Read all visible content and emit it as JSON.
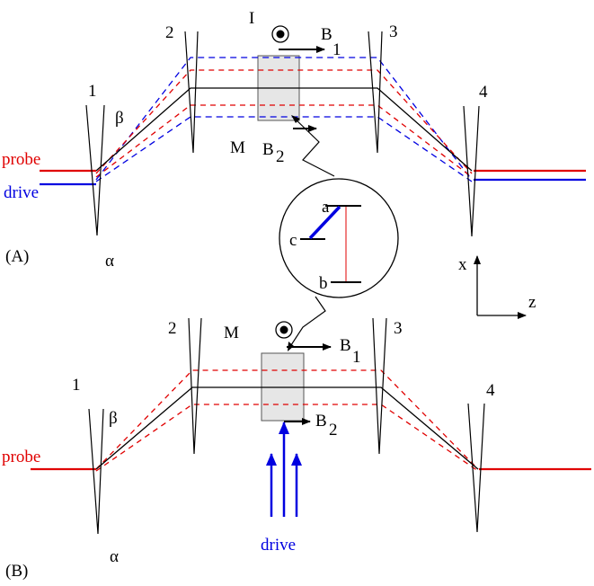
{
  "panelA": {
    "panel_label": "(A)",
    "mirror_labels": [
      "1",
      "2",
      "3",
      "4"
    ],
    "angle_alpha": "α",
    "angle_beta": "β",
    "beam_probe": "probe",
    "beam_drive": "drive",
    "current_label": "I",
    "field1_label": "B",
    "field1_sub": "1",
    "field2_label": "B",
    "field2_sub": "2",
    "medium_label": "M"
  },
  "panelB": {
    "panel_label": "(B)",
    "mirror_labels": [
      "1",
      "2",
      "3",
      "4"
    ],
    "angle_alpha": "α",
    "angle_beta": "β",
    "beam_probe": "probe",
    "beam_drive": "drive",
    "medium_label": "M",
    "field1_label": "B",
    "field1_sub": "1",
    "field2_label": "B",
    "field2_sub": "2"
  },
  "level_diagram": {
    "level_a": "a",
    "level_b": "b",
    "level_c": "c"
  },
  "axes": {
    "x_label": "x",
    "z_label": "z"
  },
  "colors": {
    "probe": "#e00000",
    "drive": "#0000e0",
    "path": "#000000",
    "medium_fill": "#e6e6e6"
  }
}
